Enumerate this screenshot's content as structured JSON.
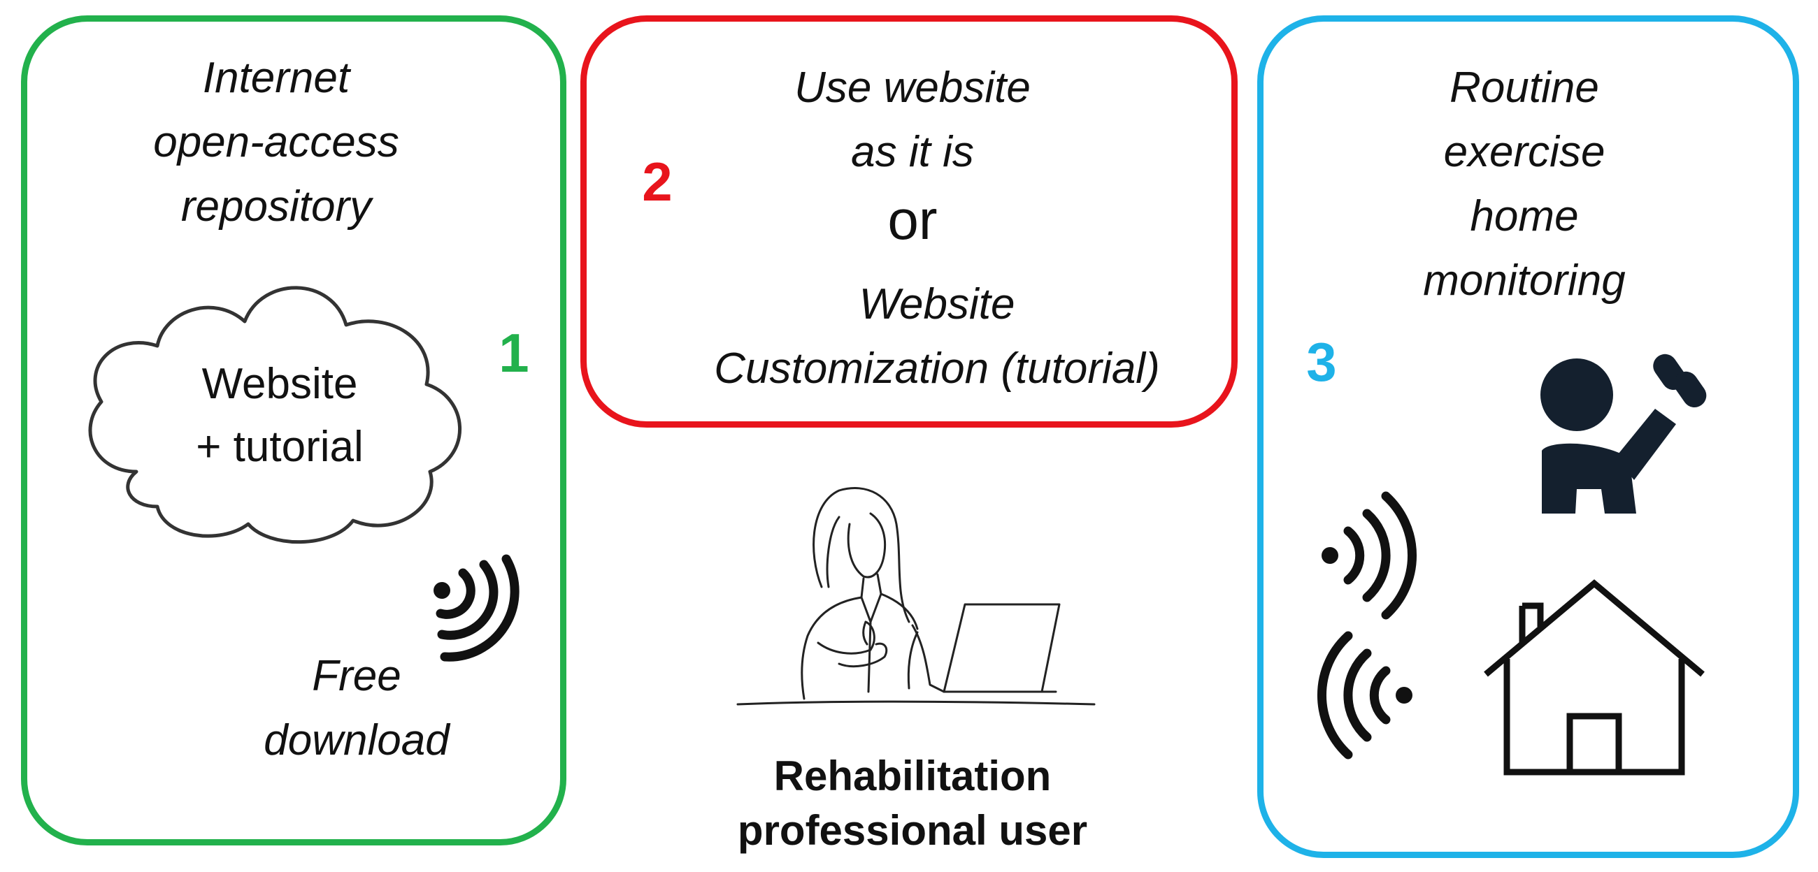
{
  "panels": [
    {
      "number": "1",
      "color": "#22b14c",
      "heading": [
        "Internet",
        "open-access",
        "repository"
      ],
      "cloud_label": [
        "Website",
        "+ tutorial"
      ],
      "caption": [
        "Free",
        "download"
      ]
    },
    {
      "number": "2",
      "color": "#e8141c",
      "option_a": [
        "Use website",
        "as it is"
      ],
      "connector": "or",
      "option_b": [
        "Website",
        "Customization (tutorial)"
      ]
    },
    {
      "number": "3",
      "color": "#1eb2e8",
      "heading": [
        "Routine",
        "exercise",
        "home",
        "monitoring"
      ]
    }
  ],
  "center_label": [
    "Rehabilitation",
    "professional user"
  ],
  "icons": [
    "cloud-icon",
    "wireless-signal-icon",
    "woman-laptop-thumbs-up-icon",
    "person-lifting-dumbbell-icon",
    "house-icon"
  ]
}
